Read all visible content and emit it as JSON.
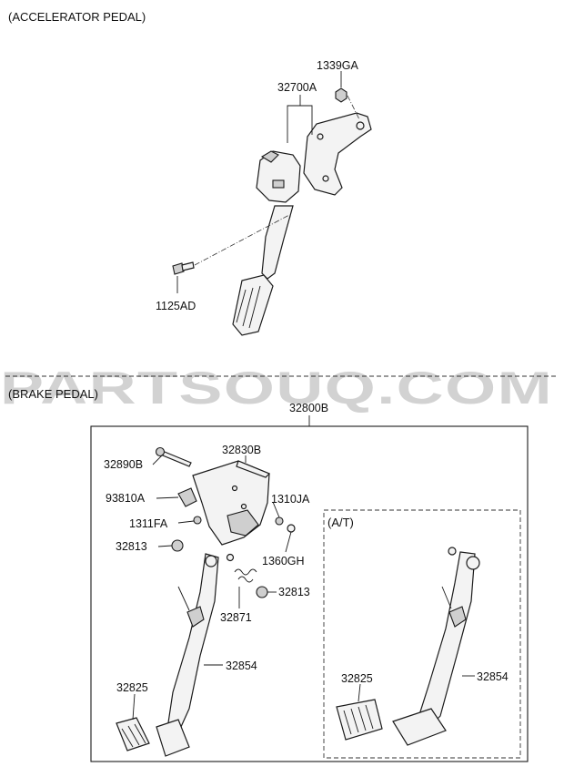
{
  "diagram": {
    "watermark": "PARTSOUQ.COM",
    "sections": {
      "accelerator": "(ACCELERATOR PEDAL)",
      "brake": "(BRAKE PEDAL)",
      "at": "(A/T)"
    },
    "labels": {
      "p1339GA": "1339GA",
      "p32700A": "32700A",
      "p1125AD": "1125AD",
      "p32800B": "32800B",
      "p32890B": "32890B",
      "p32830B": "32830B",
      "p93810A": "93810A",
      "p1310JA": "1310JA",
      "p1311FA": "1311FA",
      "p1360GH": "1360GH",
      "p32813a": "32813",
      "p32813b": "32813",
      "p32871": "32871",
      "p32854a": "32854",
      "p32825a": "32825",
      "p32825b": "32825",
      "p32854b": "32854"
    }
  }
}
